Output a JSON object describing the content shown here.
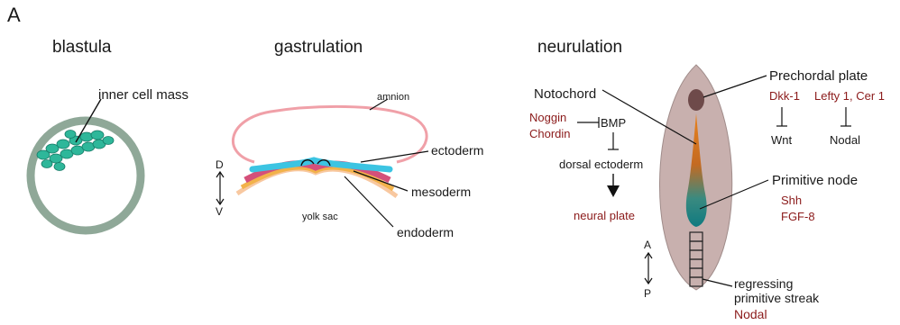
{
  "panel_letter": "A",
  "stages": {
    "blastula": "blastula",
    "gastrulation": "gastrulation",
    "neurulation": "neurulation"
  },
  "blastula_labels": {
    "inner_cell_mass": "inner cell mass"
  },
  "gastrulation_labels": {
    "amnion": "amnion",
    "ectoderm": "ectoderm",
    "mesoderm": "mesoderm",
    "endoderm": "endoderm",
    "yolk_sac": "yolk sac",
    "axis_top": "D",
    "axis_bottom": "V"
  },
  "neurulation_labels": {
    "notochord": "Notochord",
    "noggin": "Noggin",
    "chordin": "Chordin",
    "bmp": "BMP",
    "dorsal_ectoderm": "dorsal ectoderm",
    "neural_plate": "neural plate",
    "prechordal_plate": "Prechordal plate",
    "dkk1": "Dkk-1",
    "lefty_cer": "Lefty 1, Cer 1",
    "wnt": "Wnt",
    "nodal_target": "Nodal",
    "primitive_node": "Primitive node",
    "shh": "Shh",
    "fgf8": "FGF-8",
    "regressing_line1": "regressing",
    "regressing_line2": "primitive streak",
    "nodal_streak": "Nodal",
    "axis_top": "A",
    "axis_bottom": "P"
  },
  "colors": {
    "blastula_ring": "#8fa898",
    "inner_cells": "#2eb79a",
    "amnion": "#f0a0a8",
    "ectoderm": "#3cc4e2",
    "mesoderm": "#d4507a",
    "endoderm": "#f2b24a",
    "embryo_body": "#c8b0ae",
    "prechordal_plate": "#6e4a4a",
    "notochord_top": "#e07a1a",
    "node": "#1a8a8a",
    "factor_text": "#8b1a1a"
  }
}
